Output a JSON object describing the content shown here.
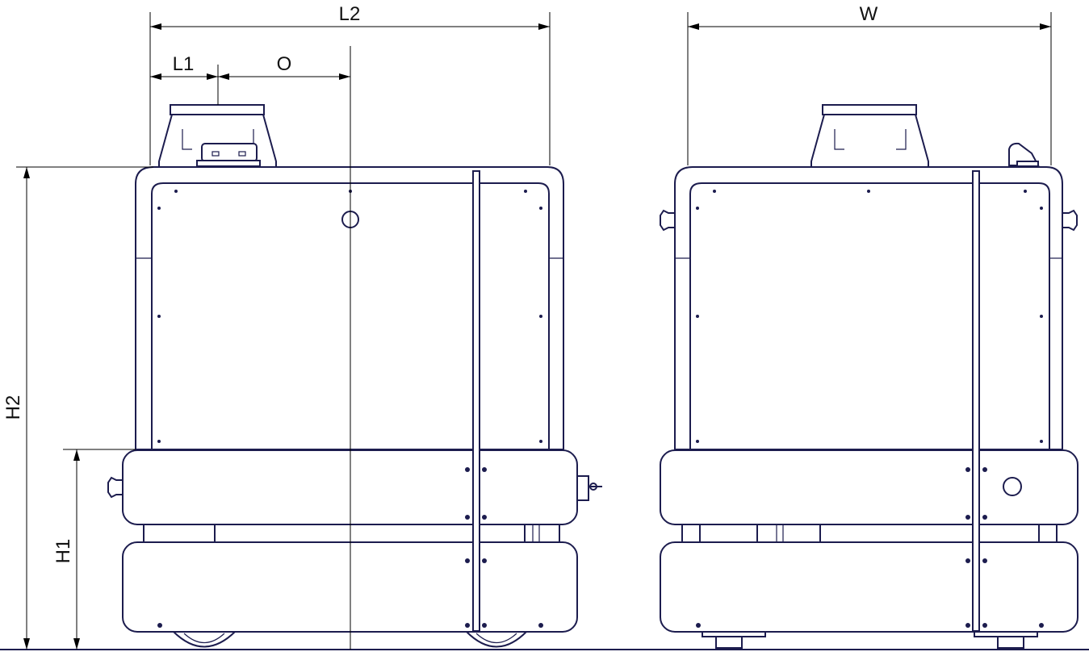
{
  "labels": {
    "l2": "L2",
    "l1": "L1",
    "o": "O",
    "w": "W",
    "h2": "H2",
    "h1": "H1"
  },
  "colors": {
    "line": "#1c1c4e",
    "dimension": "#000000"
  }
}
